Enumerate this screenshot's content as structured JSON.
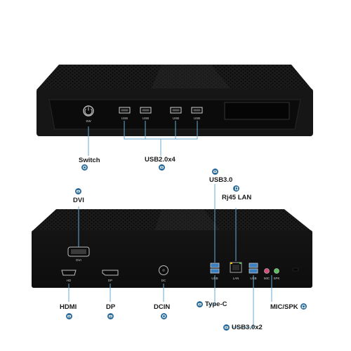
{
  "callouts": {
    "switch": "Switch",
    "usb2": "USB2.0x4",
    "usb3": "USB3.0",
    "rj45": "Rj45 LAN",
    "dvi": "DVI",
    "hdmi": "HDMI",
    "dp": "DP",
    "dcin": "DCIN",
    "typec": "Type-C",
    "micspk": "MIC/SPK",
    "usb3x2": "USB3.0x2"
  },
  "front_panel": {
    "sw": "SW",
    "usb_ports": [
      "USB",
      "USB",
      "USB",
      "USB"
    ]
  },
  "rear_panel": {
    "dvi": "DVI",
    "hd": "HD",
    "dp": "DP",
    "dc": "DC",
    "usb_a": "USB",
    "lan": "LAN",
    "usb_b": "USB",
    "mic": "MIC",
    "spk": "SPK"
  },
  "colors": {
    "chassis": "#141414",
    "panel": "#0a0a0a",
    "usb3_blue": "#3a7fc0",
    "leader": "#6aaad4",
    "icon": "#2f6fa0"
  }
}
